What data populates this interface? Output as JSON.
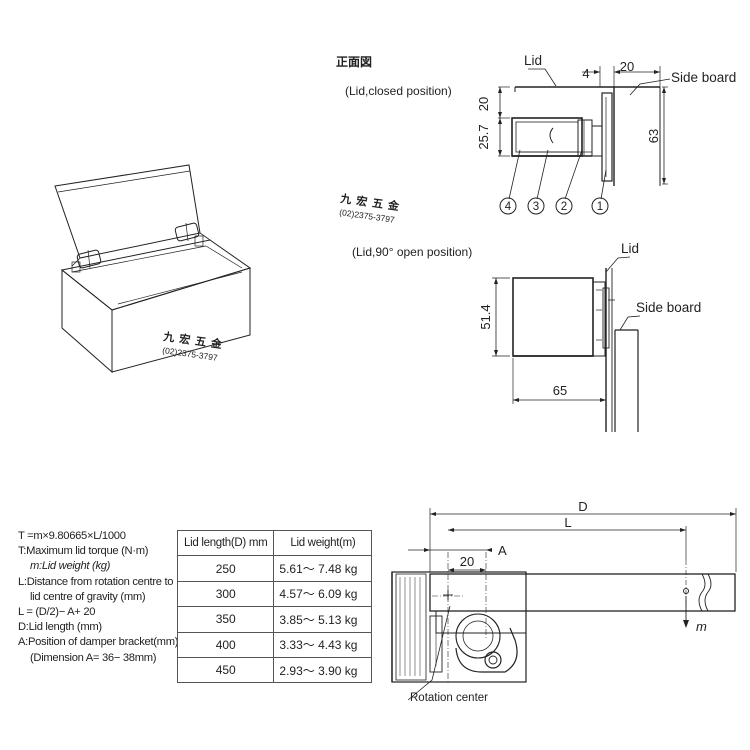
{
  "heading": "正面図",
  "closed_caption": "(Lid,closed position)",
  "open_caption": "(Lid,90° open position)",
  "closed_labels": {
    "lid": "Lid",
    "side_board": "Side board"
  },
  "open_labels": {
    "lid": "Lid",
    "side_board": "Side board"
  },
  "closed_dims": {
    "gap": "4",
    "thickness": "20",
    "top": "20",
    "body": "25.7",
    "height": "63"
  },
  "open_dims": {
    "height": "51.4",
    "depth": "65"
  },
  "part_numbers": [
    "4",
    "3",
    "2",
    "1"
  ],
  "watermark": {
    "chinese": "九宏五金",
    "phone": "(02)2375-3797"
  },
  "formula_lines": [
    "T =m×9.80665×L/1000",
    "T:Maximum lid torque (N·m)",
    "m:Lid weight (kg)",
    "L:Distance from rotation centre to",
    "lid centre of gravity (mm)",
    "L = (D/2)− A+ 20",
    "D:Lid length (mm)",
    "A:Position of damper bracket(mm)",
    "(Dimension A= 36− 38mm)"
  ],
  "table": {
    "headers": [
      "Lid length(D) mm",
      "Lid weight(m)"
    ],
    "rows": [
      [
        "250",
        "5.61〜 7.48 kg"
      ],
      [
        "300",
        "4.57〜 6.09 kg"
      ],
      [
        "350",
        "3.85〜 5.13 kg"
      ],
      [
        "400",
        "3.33〜 4.43 kg"
      ],
      [
        "450",
        "2.93〜 3.90 kg"
      ]
    ]
  },
  "side_view": {
    "D": "D",
    "L": "L",
    "A": "A",
    "twenty": "20",
    "m": "m",
    "rotation_center": "Rotation center"
  },
  "colors": {
    "line": "#222222",
    "watermark": "#111111"
  }
}
